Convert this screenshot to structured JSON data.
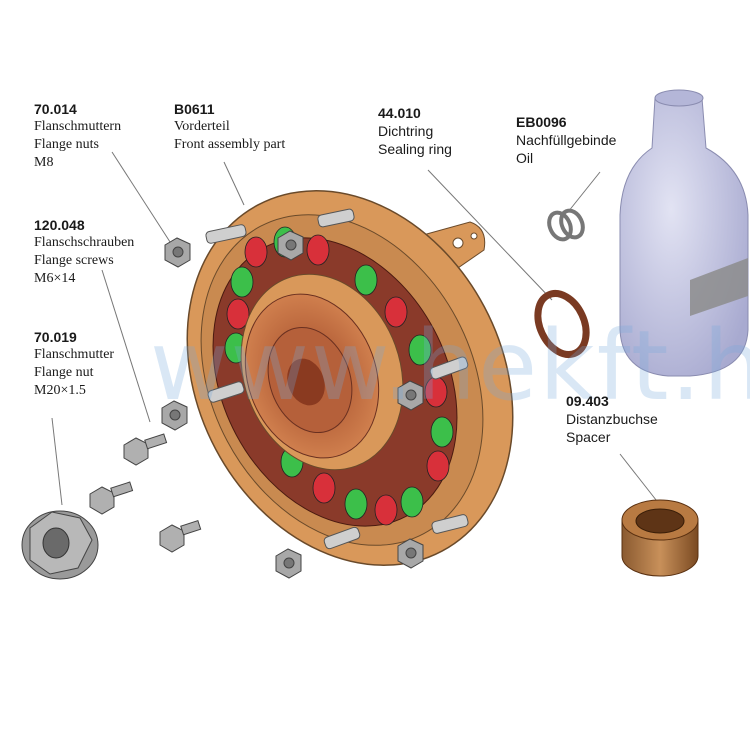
{
  "watermark": "www.hekft.hu",
  "parts": [
    {
      "code": "70.014",
      "de": "Flanschmuttern",
      "en": "Flange nuts",
      "size": "M8"
    },
    {
      "code": "B0611",
      "de": "Vorderteil",
      "en": "Front assembly part"
    },
    {
      "code": "44.010",
      "de": "Dichtring",
      "en": "Sealing ring"
    },
    {
      "code": "EB0096",
      "de": "Nachfüllgebinde",
      "en": "Oil"
    },
    {
      "code": "120.048",
      "de": "Flanschschrauben",
      "en": "Flange screws",
      "size": "M6×14"
    },
    {
      "code": "70.019",
      "de": "Flanschmutter",
      "en": "Flange nut",
      "size": "M20×1.5"
    },
    {
      "code": "09.403",
      "de": "Distanzbuchse",
      "en": "Spacer"
    }
  ],
  "colors": {
    "flange": "#d9985a",
    "ring": "#8a3a2a",
    "green": "#3cbf4a",
    "red": "#d8303a",
    "bottle": "#c4c6e2",
    "metal": "#9a9a9a"
  }
}
